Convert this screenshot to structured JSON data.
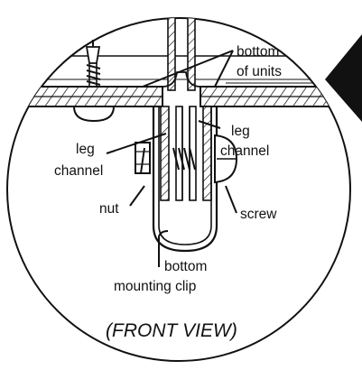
{
  "diagram": {
    "labels": {
      "bottom_of_units_1": "bottom",
      "bottom_of_units_2": "of units",
      "leg_channel_left_1": "leg",
      "leg_channel_left_2": "channel",
      "leg_channel_right_1": "leg",
      "leg_channel_right_2": "channel",
      "nut": "nut",
      "screw": "screw",
      "bottom_mounting_clip_1": "bottom",
      "bottom_mounting_clip_2": "mounting clip"
    },
    "view_caption": "(FRONT VIEW)"
  }
}
